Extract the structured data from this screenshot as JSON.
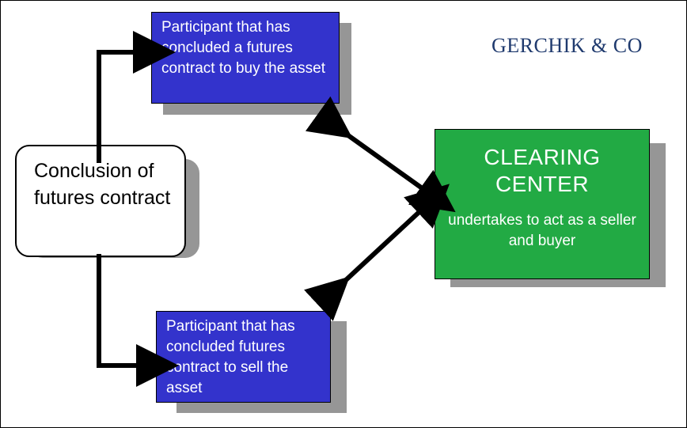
{
  "diagram": {
    "title_brand": "GERCHIK & CO",
    "nodes": {
      "start": {
        "name": "conclusion-of-futures-contract",
        "text": "Conclusion of futures contract",
        "shape": "rounded-rectangle",
        "fill": "#ffffff",
        "border": "#000000",
        "text_color": "#000000"
      },
      "buyer": {
        "name": "participant-buyer",
        "text": "Participant that has concluded a futures contract to buy the asset",
        "shape": "rectangle",
        "fill": "#3333cc",
        "text_color": "#ffffff"
      },
      "seller": {
        "name": "participant-seller",
        "text": "Participant that has concluded futures contract to sell the asset",
        "shape": "rectangle",
        "fill": "#3333cc",
        "text_color": "#ffffff"
      },
      "clearing": {
        "name": "clearing-center",
        "title": "CLEARING CENTER",
        "subtitle": "undertakes to act as a seller and buyer",
        "shape": "rectangle",
        "fill": "#22aa44",
        "text_color": "#ffffff"
      }
    },
    "connectors": [
      {
        "name": "connector-start-to-buyer",
        "from": "start",
        "to": "buyer",
        "style": "elbow-arrow",
        "color": "#000000"
      },
      {
        "name": "connector-start-to-seller",
        "from": "start",
        "to": "seller",
        "style": "elbow-arrow",
        "color": "#000000"
      },
      {
        "name": "connector-buyer-clearing",
        "from": "buyer",
        "to": "clearing",
        "style": "double-arrow",
        "color": "#000000"
      },
      {
        "name": "connector-seller-clearing",
        "from": "seller",
        "to": "clearing",
        "style": "double-arrow",
        "color": "#000000"
      }
    ],
    "colors": {
      "blue": "#3333cc",
      "green": "#22aa44",
      "shadow": "#969696",
      "brand": "#1f3a6e",
      "line": "#000000"
    }
  }
}
